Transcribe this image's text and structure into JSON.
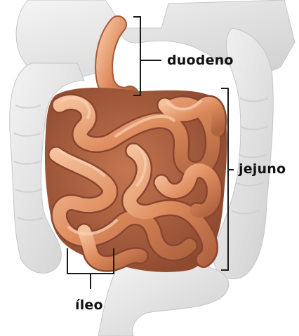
{
  "labels": {
    "duodeno": "duodeno",
    "jejuno": "jejuno",
    "ileo": "íleo"
  },
  "colors": {
    "text": "#111111",
    "bracket": "#1a1a1a",
    "intestine_light": "#f2b48c",
    "intestine_mid": "#dd8b5d",
    "intestine_dark": "#a2553a",
    "organ_gray": "#dcdcdc"
  }
}
